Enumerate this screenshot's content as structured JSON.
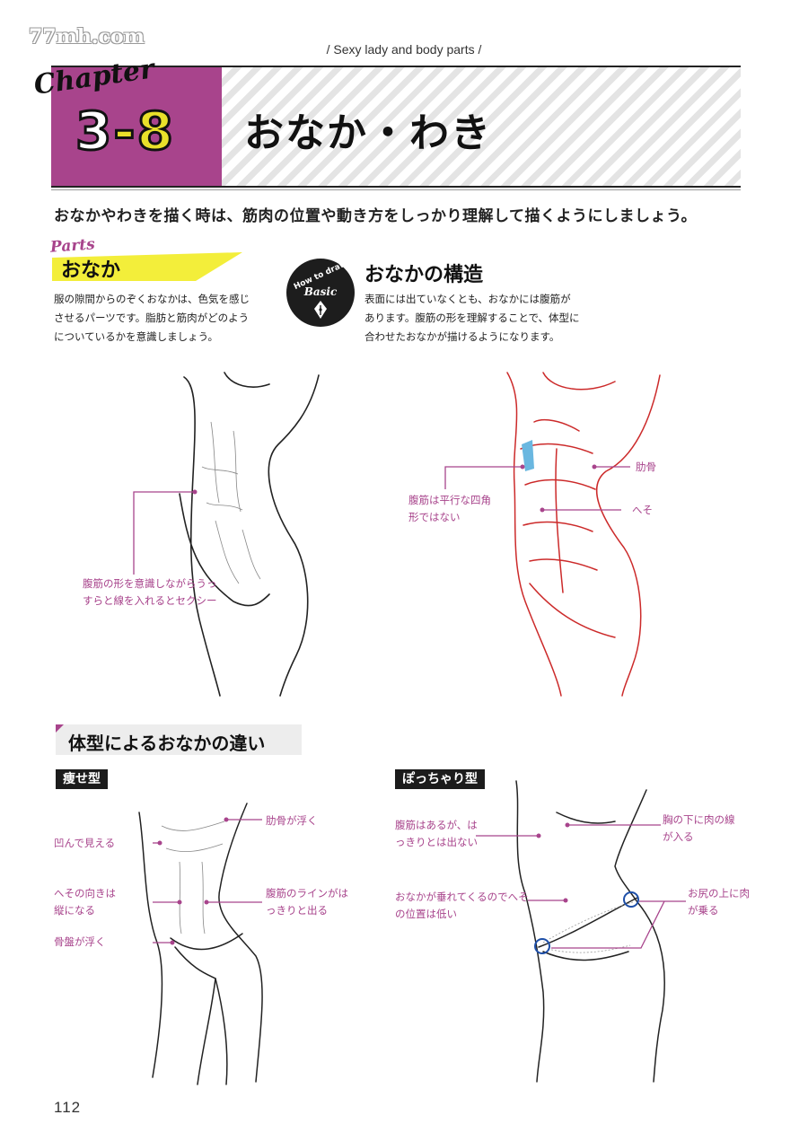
{
  "watermark": "77mh.com",
  "running_head": "/ Sexy lady and body parts /",
  "chapter": {
    "label": "Chapter",
    "number_major": "3",
    "dash": "-",
    "number_minor": "8",
    "title": "おなか・わき"
  },
  "intro": "おなかやわきを描く時は、筋肉の位置や動き方をしっかり理解して描くようにしましょう。",
  "parts": {
    "tag": "Parts",
    "title": "おなか",
    "desc": "服の隙間からのぞくおなかは、色気を感じさせるパーツです。脂肪と筋肉がどのようについているかを意識しましょう。",
    "label_abs": "腹筋の形を意識しながらうっすらと線を入れるとセクシー"
  },
  "howto": {
    "badge_top": "How to draw",
    "badge_bottom": "Basic",
    "title": "おなかの構造",
    "desc": "表面には出ていなくとも、おなかには腹筋があります。腹筋の形を理解することで、体型に合わせたおなかが描けるようになります。",
    "label_abs_shape": "腹筋は平行な四角形ではない",
    "label_rib": "肋骨",
    "label_navel": "へそ"
  },
  "section": {
    "title": "体型によるおなかの違い"
  },
  "thin": {
    "tag": "痩せ型",
    "label_hollow": "凹んで見える",
    "label_navel": "へその向きは縦になる",
    "label_pelvis": "骨盤が浮く",
    "label_rib": "肋骨が浮く",
    "label_abs": "腹筋のラインがはっきりと出る"
  },
  "chubby": {
    "tag": "ぽっちゃり型",
    "label_abs": "腹筋はあるが、はっきりとは出ない",
    "label_navel": "おなかが垂れてくるのでへその位置は低い",
    "label_chest": "胸の下に肉の線が入る",
    "label_hip": "お尻の上に肉が乗る"
  },
  "colors": {
    "accent": "#a8448c",
    "chapter_number": "#e9e02a",
    "parts_band": "#f3ee3a",
    "anatomy_red": "#cc2a2a",
    "highlight_blue": "#6ab7e0",
    "circle_blue": "#1e4fa8"
  },
  "page_number": "112"
}
